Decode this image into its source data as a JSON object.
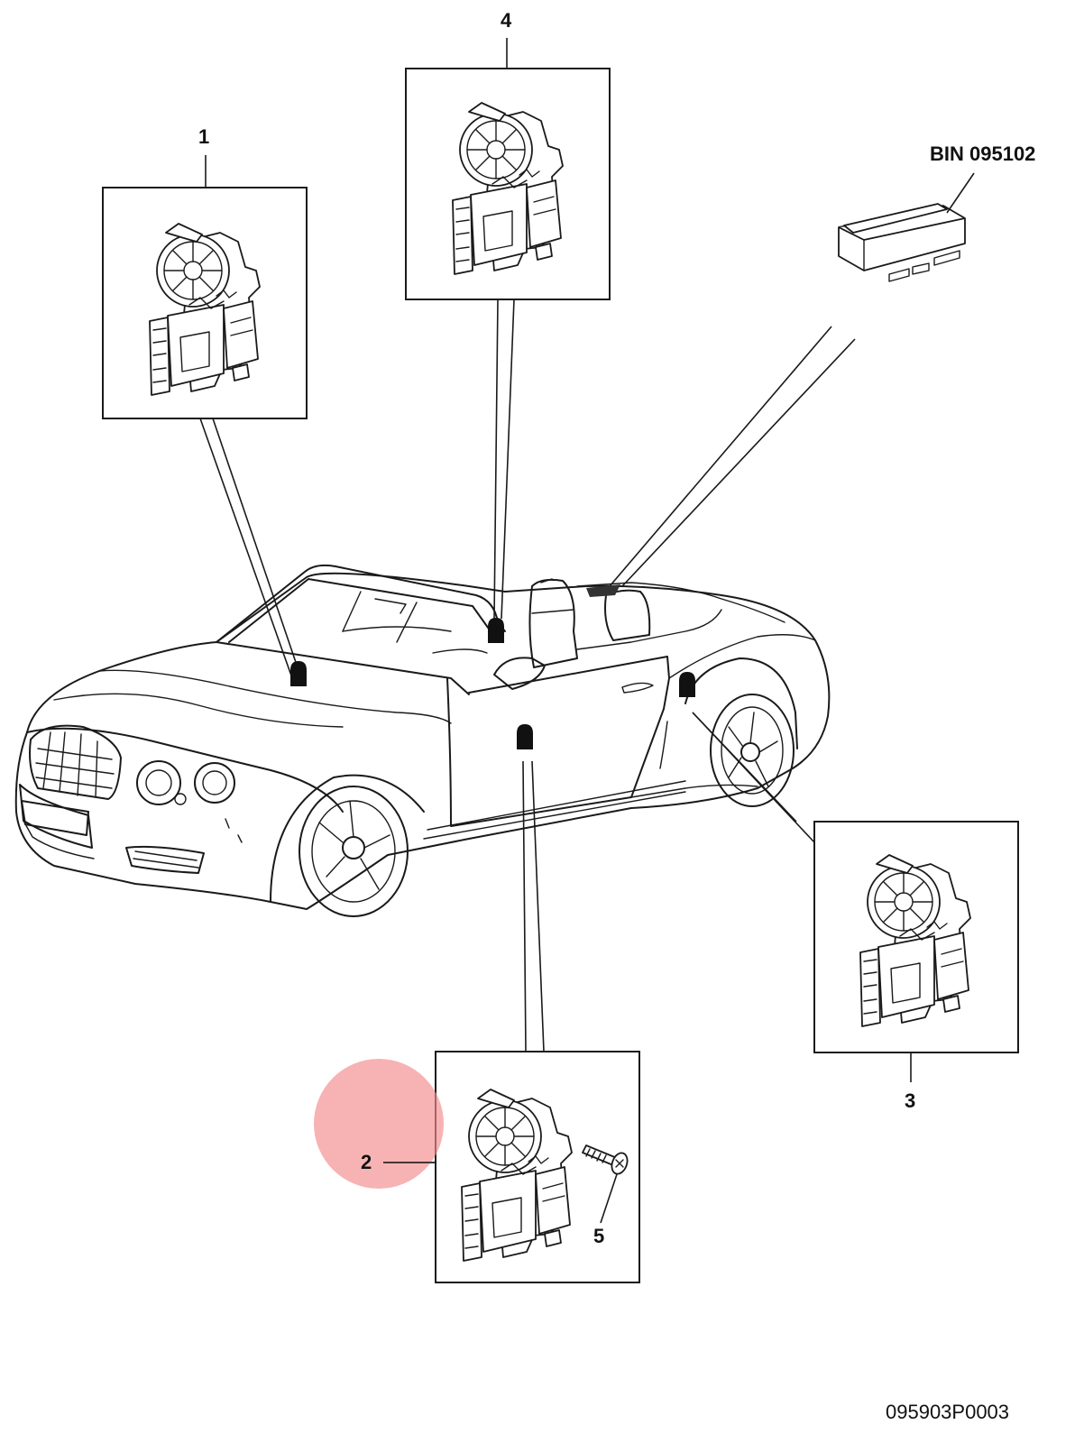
{
  "callouts": {
    "part_1": "1",
    "part_2": "2",
    "part_3": "3",
    "part_4": "4",
    "part_5": "5",
    "bin_label": "BIN 095102"
  },
  "drawing_number": "095903P0003",
  "colors": {
    "line": "#1a1a1a",
    "background": "#ffffff",
    "highlight": "#f28b8b"
  },
  "icons": {
    "window_motor": "window-regulator-motor-icon",
    "control_module": "control-module-icon",
    "screw": "screw-icon",
    "location_marker": "location-marker-icon",
    "vehicle": "convertible-car-icon"
  }
}
